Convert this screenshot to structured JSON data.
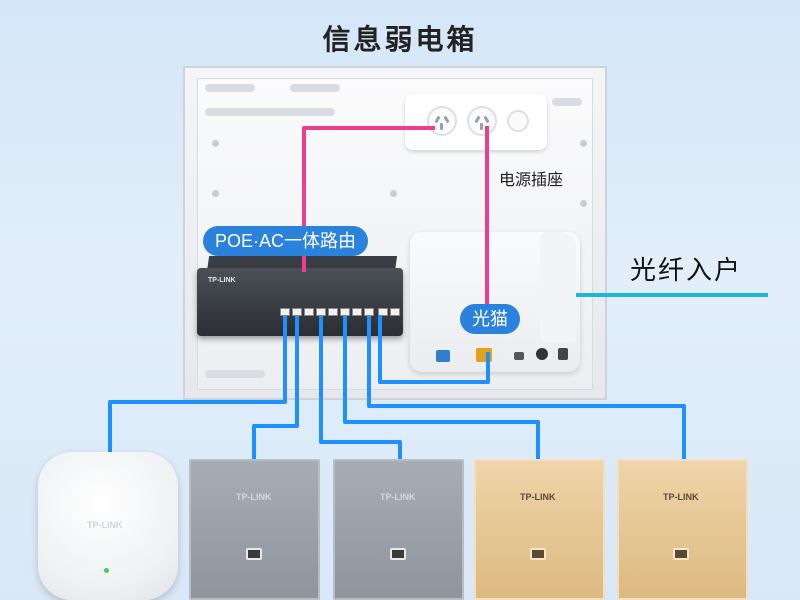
{
  "title": "信息弱电箱",
  "labels": {
    "router": "POE·AC一体路由",
    "modem": "光猫",
    "power": "电源插座",
    "fiber": "光纤入户"
  },
  "device_brand": {
    "router": "TP-LINK",
    "ap": "TP-LINK",
    "panels": [
      "TP-LINK",
      "TP-LINK",
      "TP-LINK",
      "TP-LINK"
    ]
  },
  "colors": {
    "label_bg": "#2a82dc",
    "ethernet_wire": "#1e90ff",
    "power_wire": "#ee3d8a",
    "fiber_wire": "#1fb6d6",
    "panel_silver": "#9aa0a7",
    "panel_gold": "#e4c38f"
  },
  "devices": [
    {
      "name": "ceiling-ap",
      "finish": "white"
    },
    {
      "name": "panel-ap-1",
      "finish": "silver"
    },
    {
      "name": "panel-ap-2",
      "finish": "silver"
    },
    {
      "name": "panel-ap-3",
      "finish": "gold"
    },
    {
      "name": "panel-ap-4",
      "finish": "gold"
    }
  ]
}
